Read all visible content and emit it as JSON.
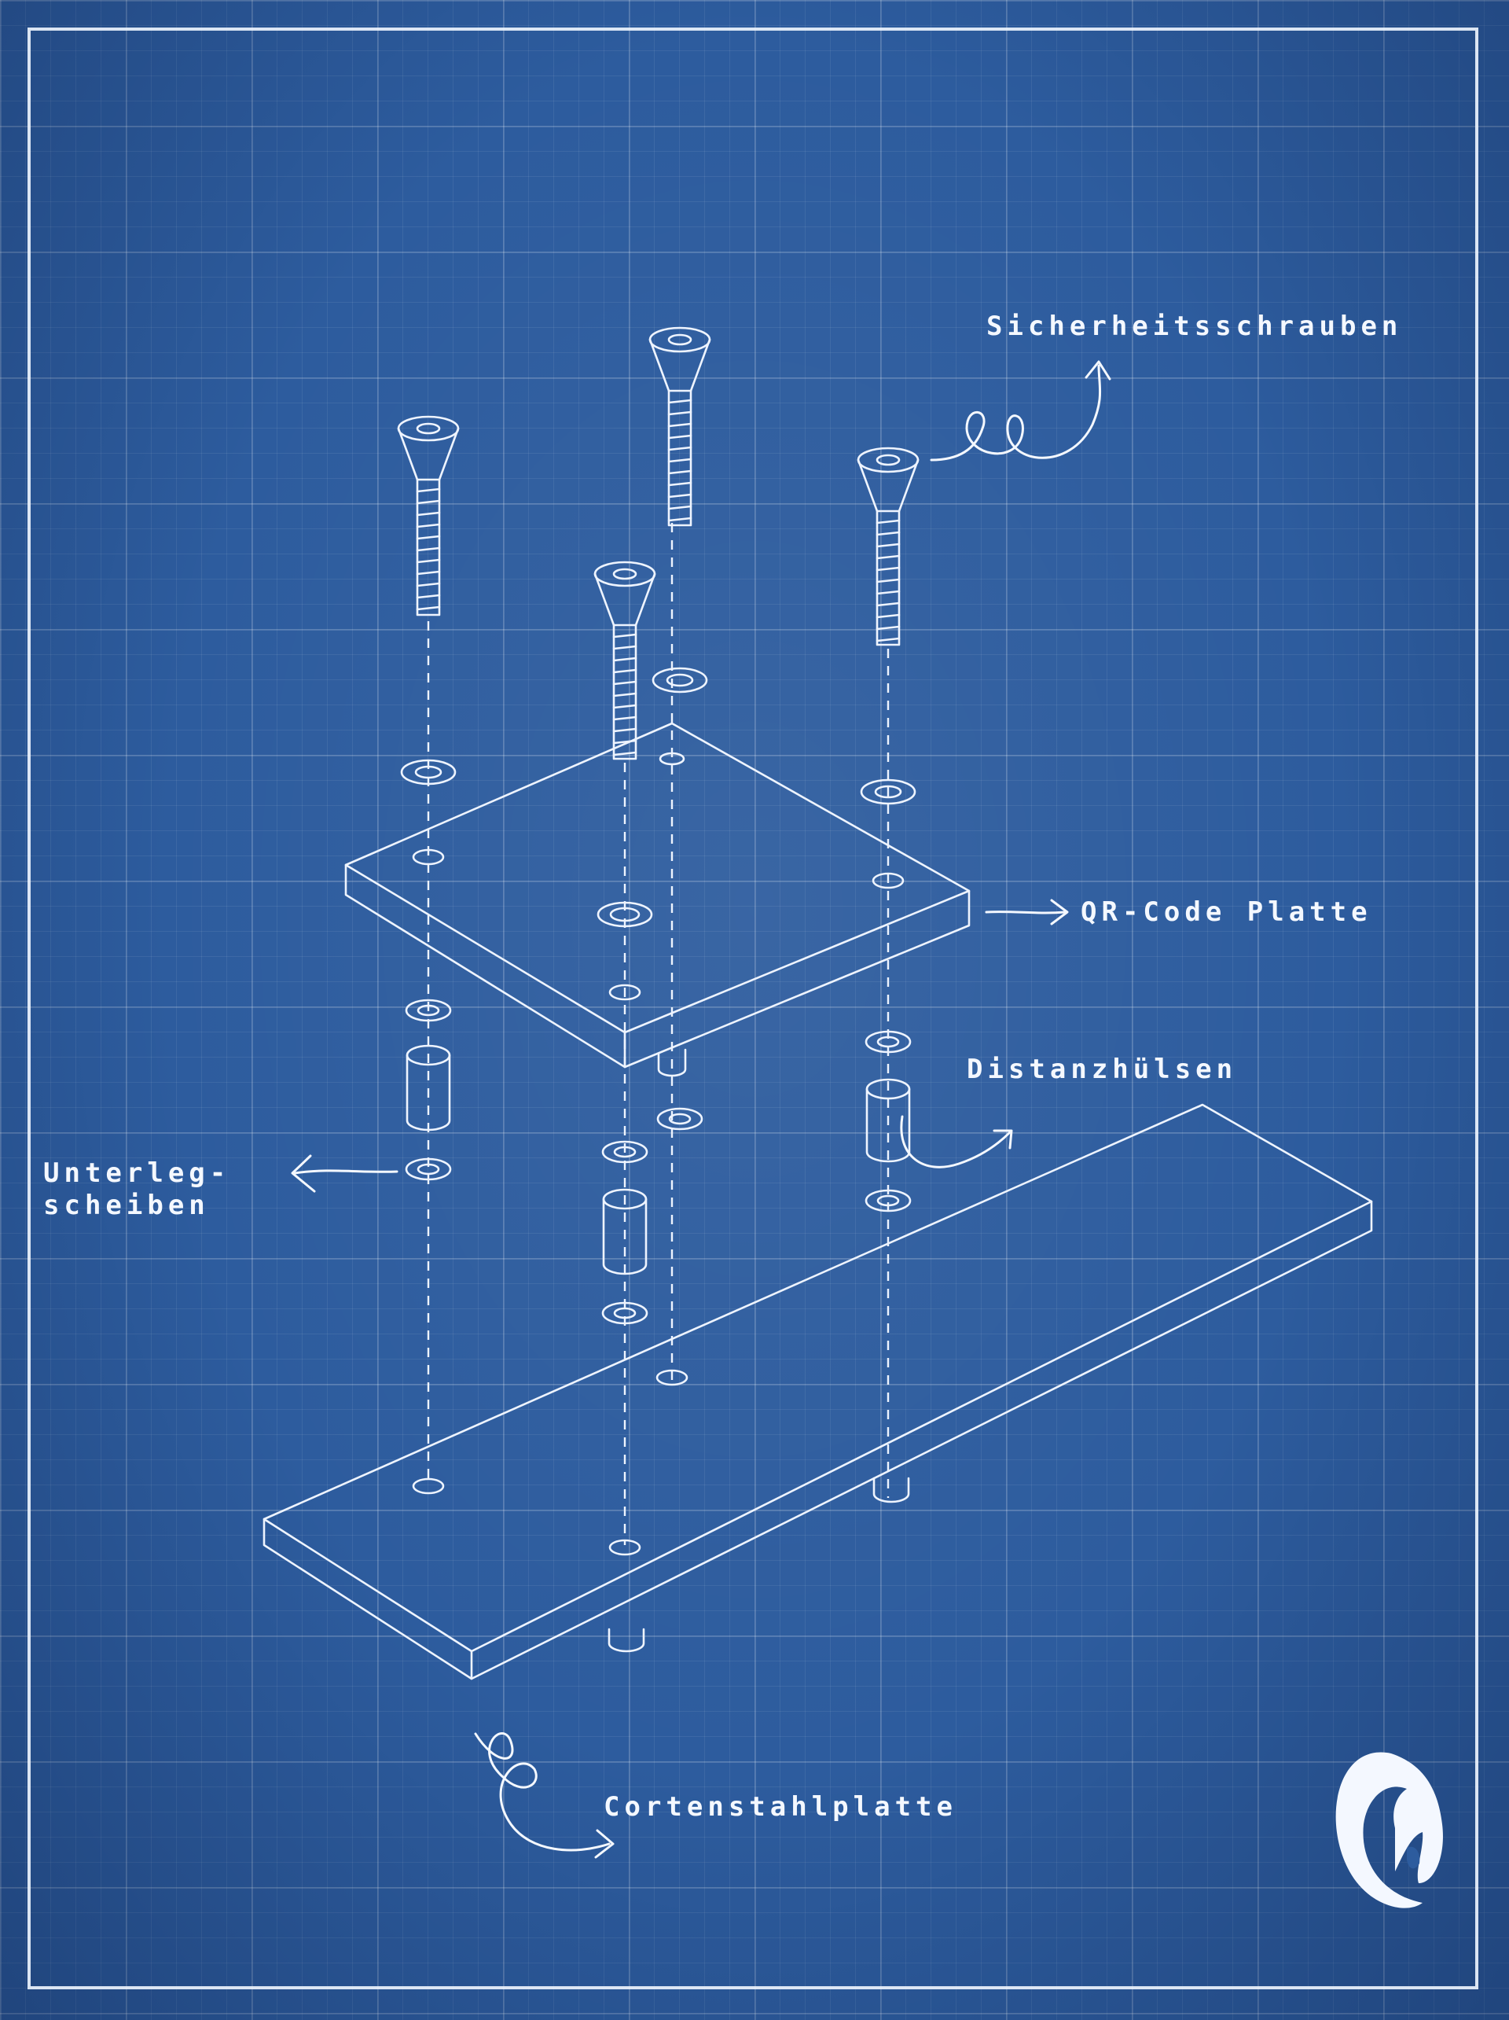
{
  "labels": {
    "screws": "Sicherheitsschrauben",
    "qr_plate": "QR-Code Platte",
    "spacers": "Distanzhülsen",
    "washers_line1": "Unterleg-",
    "washers_line2": "scheiben",
    "base_plate": "Cortenstahlplatte"
  },
  "colors": {
    "background": "#2d5c9e",
    "ink": "#eef4ff"
  },
  "icons": {
    "logo": "cm-logo-icon"
  }
}
